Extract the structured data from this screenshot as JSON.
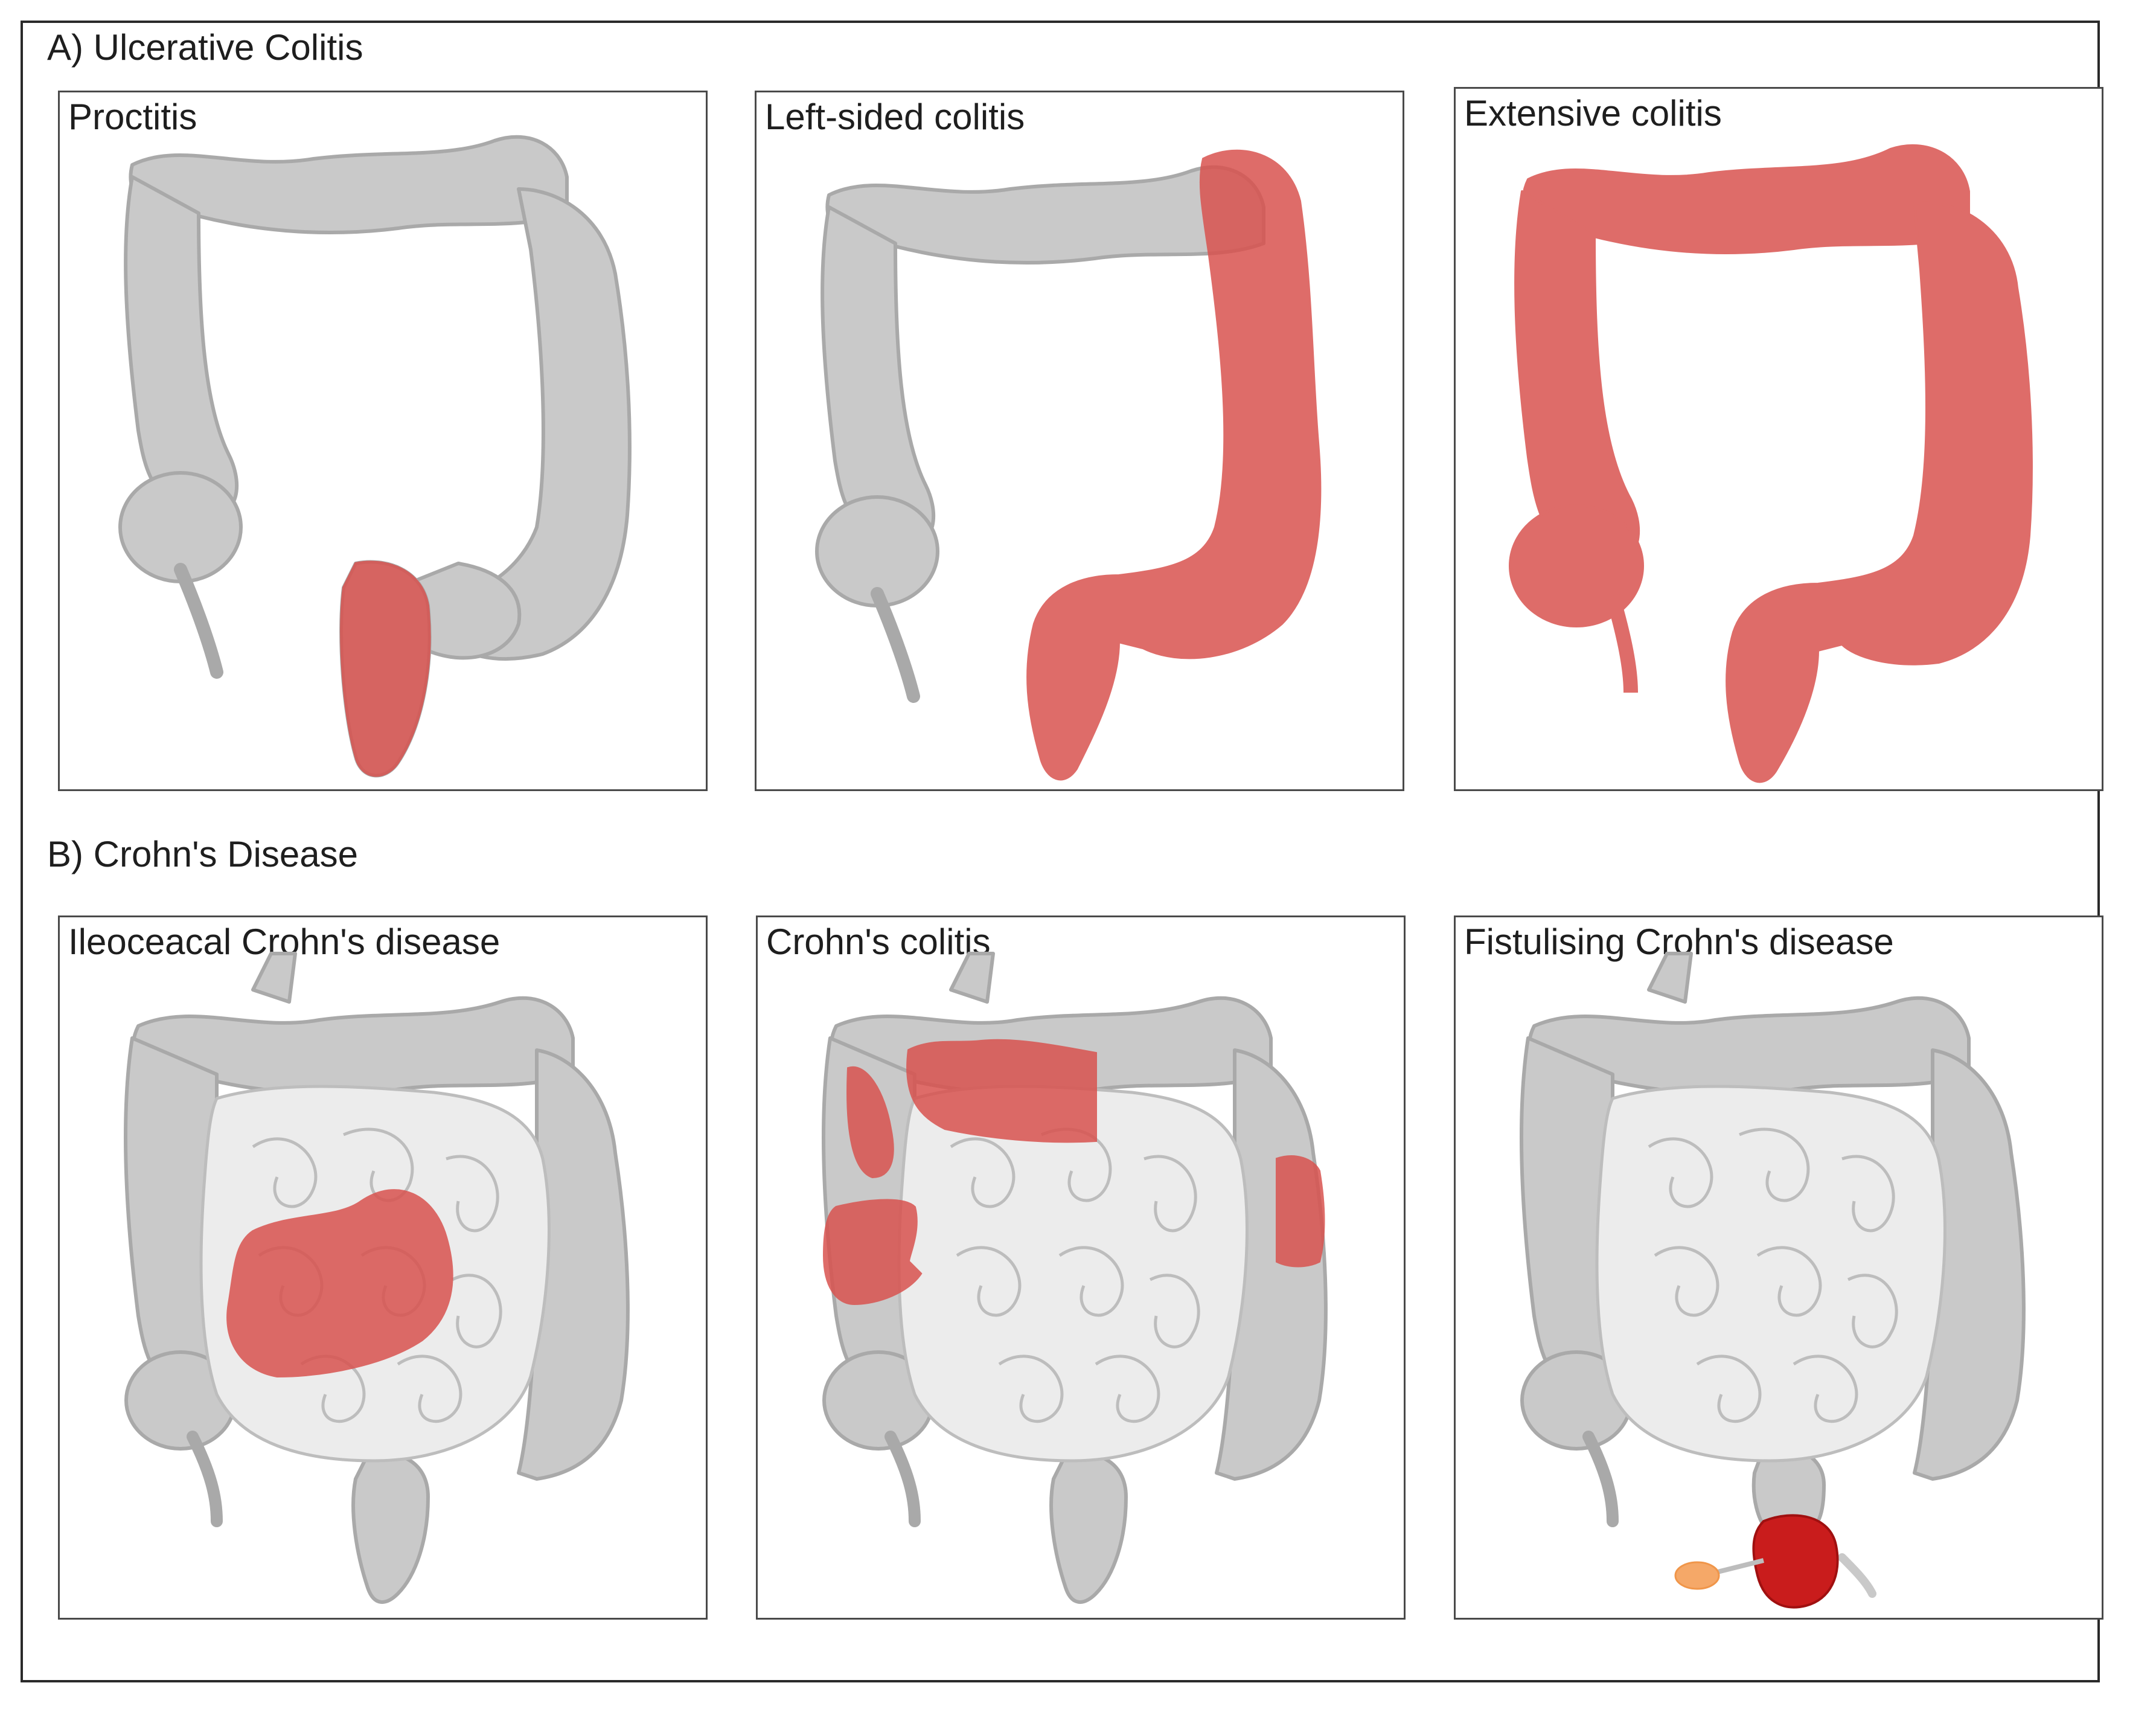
{
  "section_a": {
    "title": "A) Ulcerative Colitis",
    "panels": [
      {
        "label": "Proctitis"
      },
      {
        "label": "Left-sided colitis"
      },
      {
        "label": "Extensive colitis"
      }
    ]
  },
  "section_b": {
    "title": "B) Crohn's Disease",
    "panels": [
      {
        "label": "Ileoceacal Crohn's disease"
      },
      {
        "label": "Crohn's colitis"
      },
      {
        "label": "Fistulising Crohn's disease"
      }
    ]
  },
  "colors": {
    "colon": "#c9c9c9",
    "colon_stroke": "#a9a9a9",
    "small_intestine": "#ececec",
    "small_intestine_stroke": "#bdbdbd",
    "inflamed": "#d9534f",
    "inflamed_deep": "#c91c1c",
    "abscess": "#f5a868"
  }
}
